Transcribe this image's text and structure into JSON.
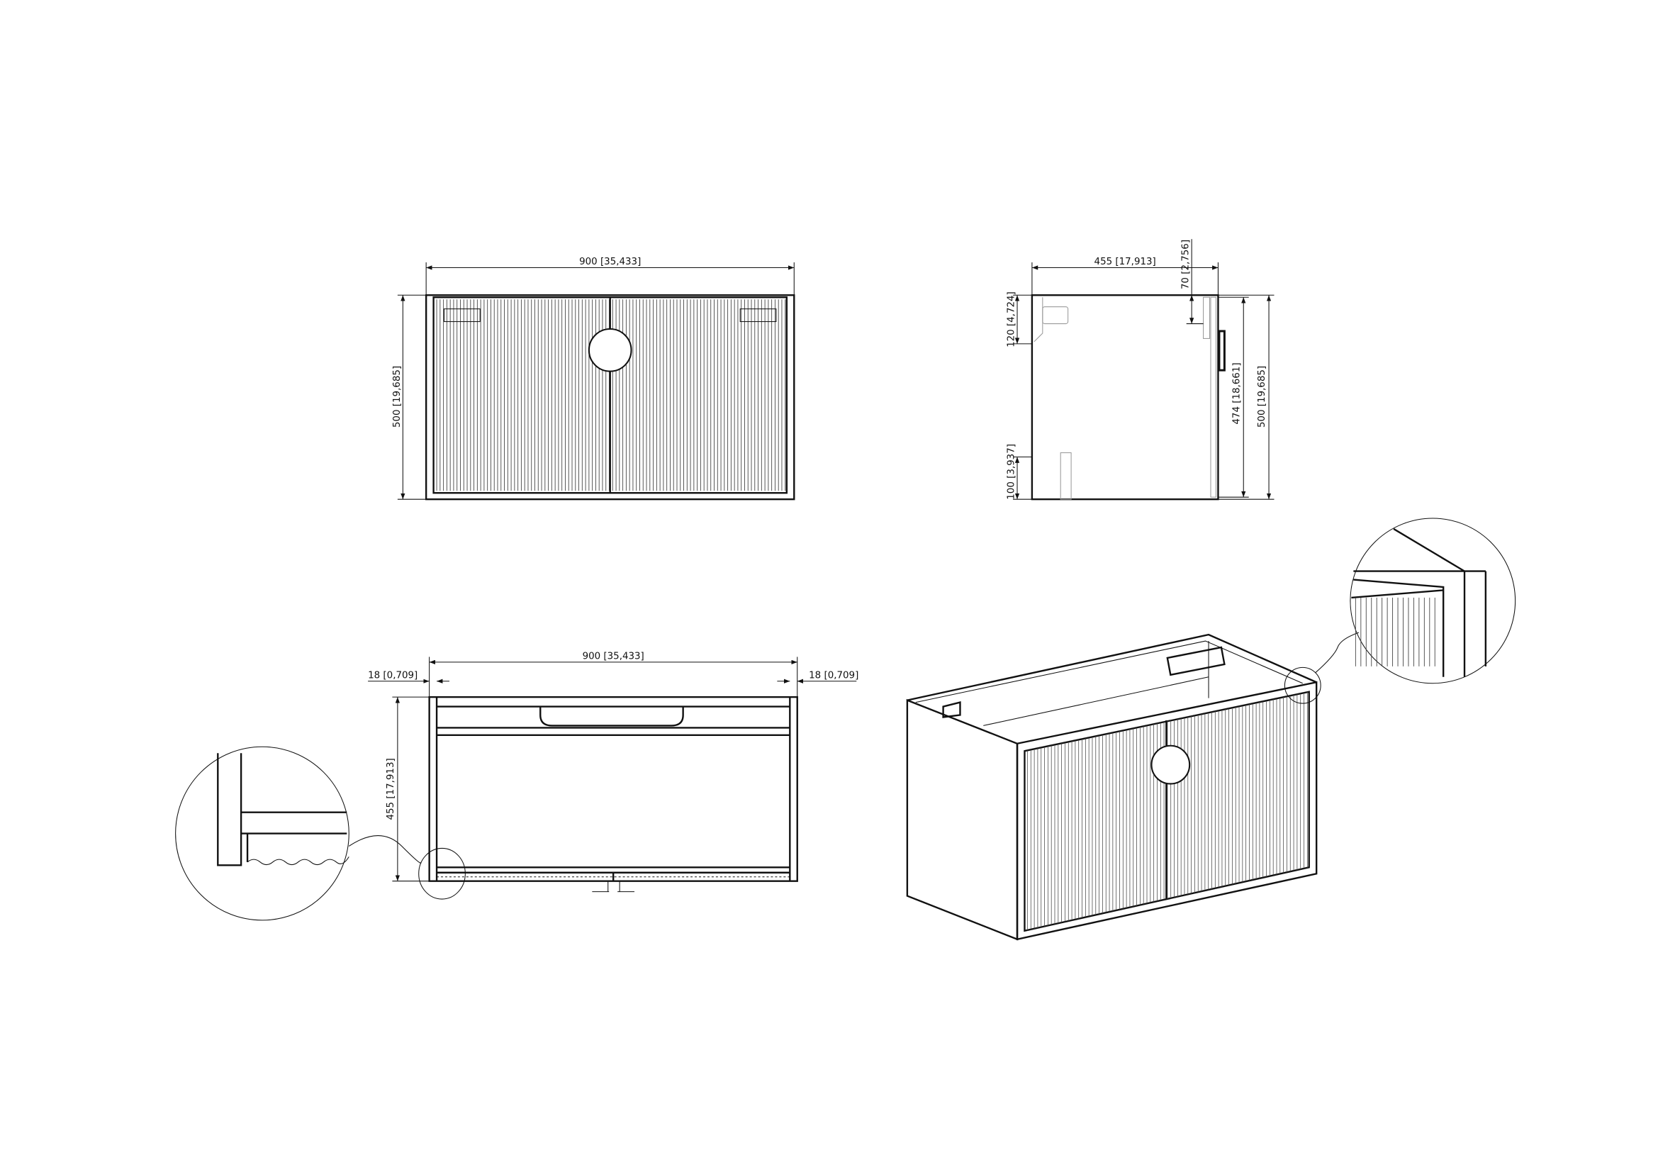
{
  "front_view": {
    "width_dim": "900 [35,433]",
    "height_dim": "500 [19,685]"
  },
  "side_view": {
    "depth_dim": "455 [17,913]",
    "top_rail_dim": "70 [2,756]",
    "bracket_dim": "120 [4,724]",
    "foot_dim": "100 [3,937]",
    "door_height_dim": "474 [18,661]",
    "height_dim": "500 [19,685]"
  },
  "top_view": {
    "width_dim": "900 [35,433]",
    "left_panel_dim": "18 [0,709]",
    "right_panel_dim": "18 [0,709]",
    "depth_dim": "455 [17,913]"
  },
  "colors": {
    "line": "#111111",
    "hidden": "#999999"
  }
}
